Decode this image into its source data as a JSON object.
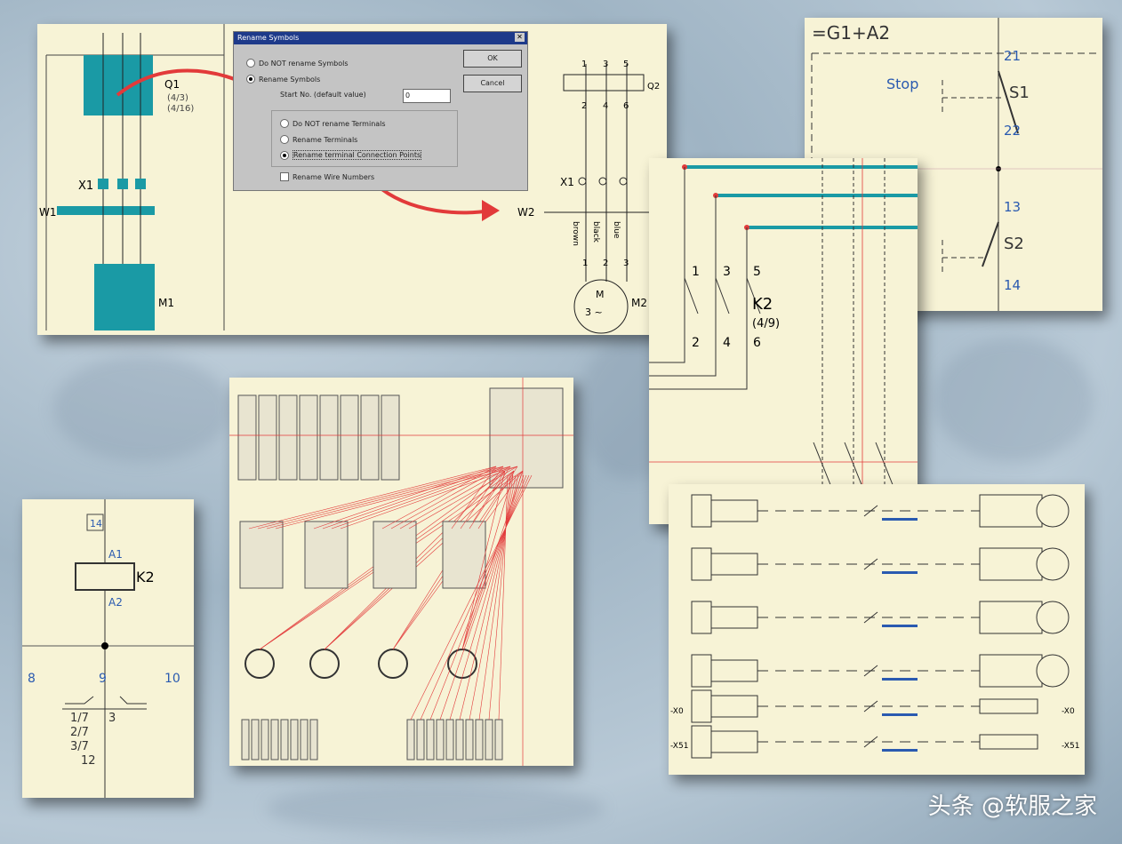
{
  "dialog": {
    "title": "Rename Symbols",
    "opt_no_symbols": "Do NOT rename Symbols",
    "opt_symbols": "Rename Symbols",
    "start_label": "Start No. (default value)",
    "start_value": "0",
    "opt_no_terminals": "Do NOT rename Terminals",
    "opt_terminals": "Rename Terminals",
    "opt_connection_points": "Rename terminal Connection Points",
    "chk_wire": "Rename Wire Numbers",
    "ok": "OK",
    "cancel": "Cancel"
  },
  "schematic1": {
    "q1": "Q1",
    "q1_ref1": "(4/3)",
    "q1_ref2": "(4/16)",
    "x1": "X1",
    "w1": "W1",
    "m1": "M1",
    "w2": "W2",
    "m2": "M2",
    "q2": "Q2",
    "motor": "M",
    "motor_sub": "3 ~",
    "terms_top": [
      "1",
      "3",
      "5"
    ],
    "terms_mid": [
      "2",
      "4",
      "6"
    ],
    "wires": [
      "brown",
      "black",
      "blue"
    ],
    "wire_nums": [
      "1",
      "2",
      "3"
    ]
  },
  "schematic2": {
    "title": "=G1+A2",
    "stop": "Stop",
    "s1": "S1",
    "s2": "S2",
    "n21": "21",
    "n22": "22",
    "n13": "13",
    "n14": "14"
  },
  "schematic3": {
    "k2": "K2",
    "ref": "(4/9)",
    "top": [
      "1",
      "3",
      "5"
    ],
    "bot": [
      "2",
      "4",
      "6"
    ]
  },
  "schematic4": {
    "box": "14",
    "a1": "A1",
    "a2": "A2",
    "k2": "K2",
    "c8": "8",
    "c9": "9",
    "c10": "10",
    "refs": [
      "1/7",
      "2/7",
      "3/7",
      "12"
    ],
    "ref3": "3"
  },
  "schematic6": {
    "x0": "-X0",
    "x51": "-X51"
  },
  "colors": {
    "teal": "#1a9aa5",
    "red": "#e23a3a",
    "cream": "#f7f3d6"
  },
  "watermark": "头条 @软服之家"
}
